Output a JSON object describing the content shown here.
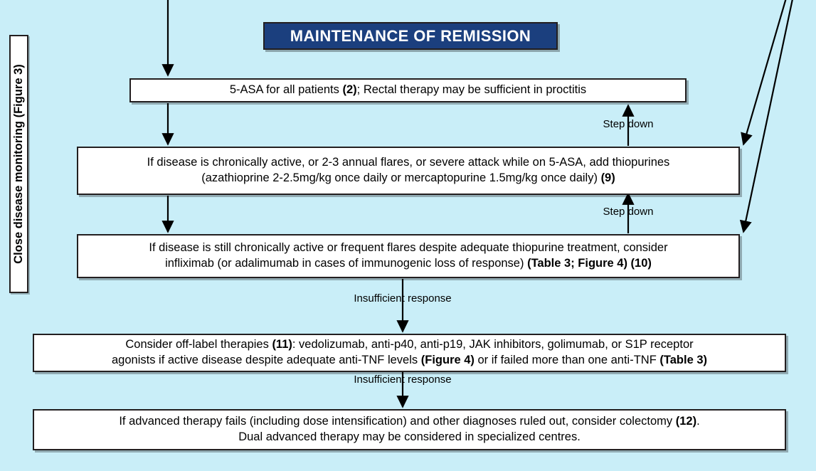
{
  "background_color": "#c9eef8",
  "banner": {
    "text": "MAINTENANCE OF REMISSION",
    "bg_color": "#1b3f7e",
    "text_color": "#ffffff"
  },
  "side_label": {
    "text": "Close disease monitoring (Figure 3)"
  },
  "nodes": [
    {
      "id": "asa",
      "line1_pre": "5-ASA for all patients ",
      "line1_ref": "(2)",
      "line1_post": "; Rectal therapy may be sufficient in proctitis"
    },
    {
      "id": "thiopurines",
      "line1": "If disease is chronically active, or 2-3 annual flares, or severe attack while on 5-ASA, add thiopurines",
      "line2_pre": "(azathioprine 2-2.5mg/kg once daily or mercaptopurine 1.5mg/kg once daily) ",
      "line2_ref": "(9)"
    },
    {
      "id": "infliximab",
      "line1": "If disease is still chronically active or frequent flares despite adequate thiopurine treatment, consider",
      "line2_pre": "infliximab (or adalimumab in cases of immunogenic loss of response) ",
      "line2_ref1": "(Table 3; Figure 4) (10)"
    },
    {
      "id": "offlabel",
      "line1_pre": "Consider off-label therapies ",
      "line1_ref": "(11)",
      "line1_post": ": vedolizumab, anti-p40, anti-p19, JAK inhibitors, golimumab, or S1P receptor",
      "line2_pre": "agonists if active disease despite adequate anti-TNF levels ",
      "line2_ref1": "(Figure 4)",
      "line2_mid": " or if failed more than one anti-TNF ",
      "line2_ref2": "(Table 3)"
    },
    {
      "id": "colectomy",
      "line1_pre": "If advanced therapy fails (including dose intensification) and other diagnoses ruled out, consider colectomy ",
      "line1_ref": "(12)",
      "line1_post": ".",
      "line2": "Dual advanced therapy may be considered in specialized centres."
    }
  ],
  "edge_labels": {
    "step_down_1": "Step down",
    "step_down_2": "Step down",
    "insufficient_1": "Insufficient response",
    "insufficient_2": "Insufficient response"
  }
}
